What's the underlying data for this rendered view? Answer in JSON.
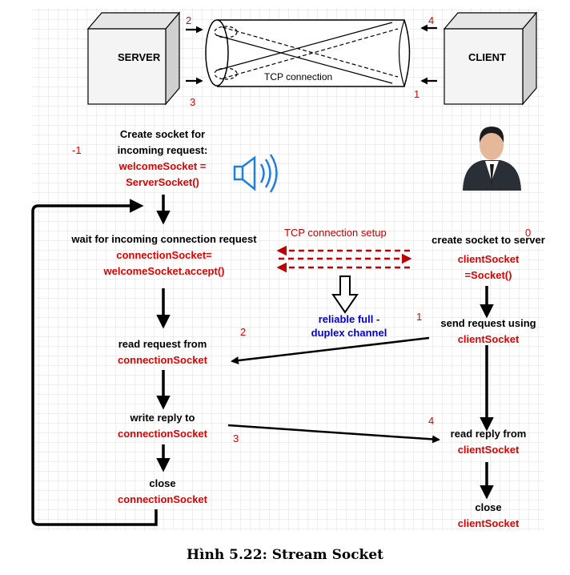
{
  "top": {
    "server_label": "SERVER",
    "client_label": "CLIENT",
    "pipe_label": "TCP connection",
    "nums": [
      "2",
      "4",
      "3",
      "1"
    ]
  },
  "server": {
    "create_l1": "Create socket for",
    "create_l2": "incoming request:",
    "create_l3": "welcomeSocket =",
    "create_l4": "ServerSocket()",
    "neg1": "-1",
    "wait_l1": "wait for incoming connection request",
    "wait_l2": "connectionSocket=",
    "wait_l3": "welcomeSocket.accept()",
    "read_l1": "read request from",
    "read_l2": "connectionSocket",
    "write_l1": "write reply to",
    "write_l2": "connectionSocket",
    "close_l1": "close",
    "close_l2": "connectionSocket"
  },
  "middle": {
    "setup_label": "TCP connection setup",
    "channel_l1": "reliable full -",
    "channel_l2": "duplex channel",
    "n0": "0",
    "n1": "1",
    "n2": "2",
    "n3": "3",
    "n4": "4"
  },
  "client": {
    "create_l1": "create socket to server",
    "create_l2": "clientSocket",
    "create_l3": "=Socket()",
    "send_l1": "send request using",
    "send_l2": "clientSocket",
    "read_l1": "read reply from",
    "read_l2": "clientSocket",
    "close_l1": "close",
    "close_l2": "clientSocket"
  },
  "caption": "Hình 5.22: Stream Socket",
  "colors": {
    "red": "#e00000",
    "dark_red": "#c00000",
    "blue": "#0000d0",
    "speaker_blue": "#1e7fe0",
    "grid": "#dddddd"
  },
  "icons": [
    "speaker-icon",
    "user-avatar-icon"
  ]
}
